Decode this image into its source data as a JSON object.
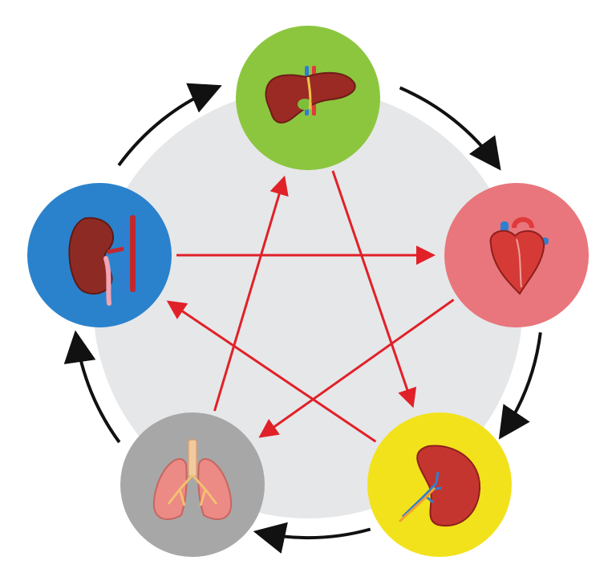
{
  "diagram": {
    "type": "five-element-cycle",
    "background_color": "#e6e7e9",
    "cycle_arrow_color": "#111111",
    "control_arrow_color": "#e02128",
    "nodes": [
      {
        "id": "liver",
        "organ_icon": "liver-icon",
        "color": "#8cc63e"
      },
      {
        "id": "heart",
        "organ_icon": "heart-icon",
        "color": "#e8767c"
      },
      {
        "id": "spleen",
        "organ_icon": "spleen-icon",
        "color": "#f2e21b"
      },
      {
        "id": "lungs",
        "organ_icon": "lungs-icon",
        "color": "#a7a7a7"
      },
      {
        "id": "kidney",
        "organ_icon": "kidney-icon",
        "color": "#2a82cc"
      }
    ],
    "cycle_edges": [
      {
        "from": "liver",
        "to": "heart"
      },
      {
        "from": "heart",
        "to": "spleen"
      },
      {
        "from": "spleen",
        "to": "lungs"
      },
      {
        "from": "lungs",
        "to": "kidney"
      },
      {
        "from": "kidney",
        "to": "liver"
      }
    ],
    "control_edges": [
      {
        "from": "liver",
        "to": "spleen"
      },
      {
        "from": "spleen",
        "to": "kidney"
      },
      {
        "from": "kidney",
        "to": "heart"
      },
      {
        "from": "heart",
        "to": "lungs"
      },
      {
        "from": "lungs",
        "to": "liver"
      }
    ]
  }
}
